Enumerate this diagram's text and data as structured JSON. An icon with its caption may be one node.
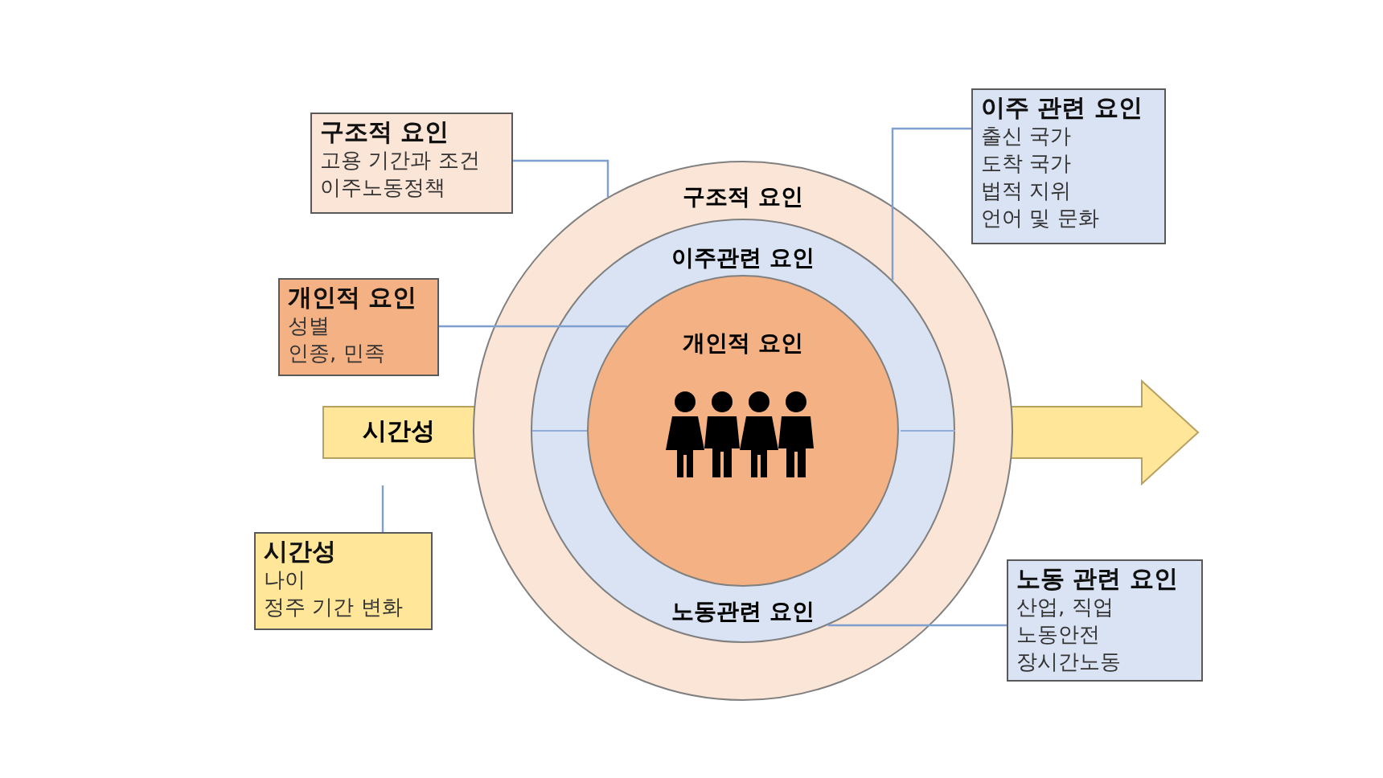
{
  "diagram": {
    "nodes": [
      {
        "text": [
          "구조적 요인"
        ]
      },
      {
        "text": [
          "이주관련 요인",
          "노동관련 요인"
        ],
        "in": 0
      },
      {
        "text": [
          "개인적 요인"
        ],
        "in": 1
      },
      {
        "text": [
          "시간성"
        ]
      },
      {
        "text": [
          "구조적 요인",
          "고용 기간과 조건",
          "이주노동정책"
        ]
      },
      {
        "text": [
          "개인적 요인",
          "성별",
          "인종, 민족"
        ]
      },
      {
        "text": [
          "시간성",
          "나이",
          "정주 기간 변화"
        ]
      },
      {
        "text": [
          "이주 관련 요인",
          "출신 국가",
          "도착 국가",
          "법적 지위",
          "언어 및 문화"
        ]
      },
      {
        "text": [
          "노동 관련 요인",
          "산업, 직업",
          "노동안전",
          "장시간노동"
        ]
      }
    ],
    "edges": [
      {
        "from": 4,
        "to": 0,
        "arrow": "none"
      },
      {
        "from": 5,
        "to": 2,
        "arrow": "none"
      },
      {
        "from": 6,
        "to": 3,
        "arrow": "none"
      },
      {
        "from": 7,
        "to": 1,
        "arrow": "none"
      },
      {
        "from": 8,
        "to": 1,
        "arrow": "none"
      }
    ]
  }
}
